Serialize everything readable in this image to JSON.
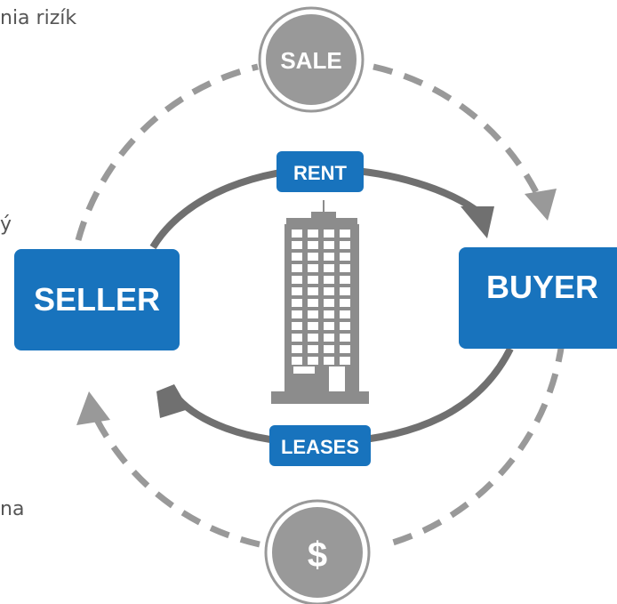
{
  "text_fragments": [
    "nia rizík",
    "ý",
    "na"
  ],
  "diagram": {
    "seller": "SELLER",
    "buyer": "BUYER",
    "rent": "RENT",
    "leases": "LEASES",
    "sale": "SALE",
    "payment": "$"
  },
  "colors": {
    "blue": "#1873bd",
    "gray": "#999999",
    "arc": "#707070",
    "building": "#8c8c8c"
  }
}
